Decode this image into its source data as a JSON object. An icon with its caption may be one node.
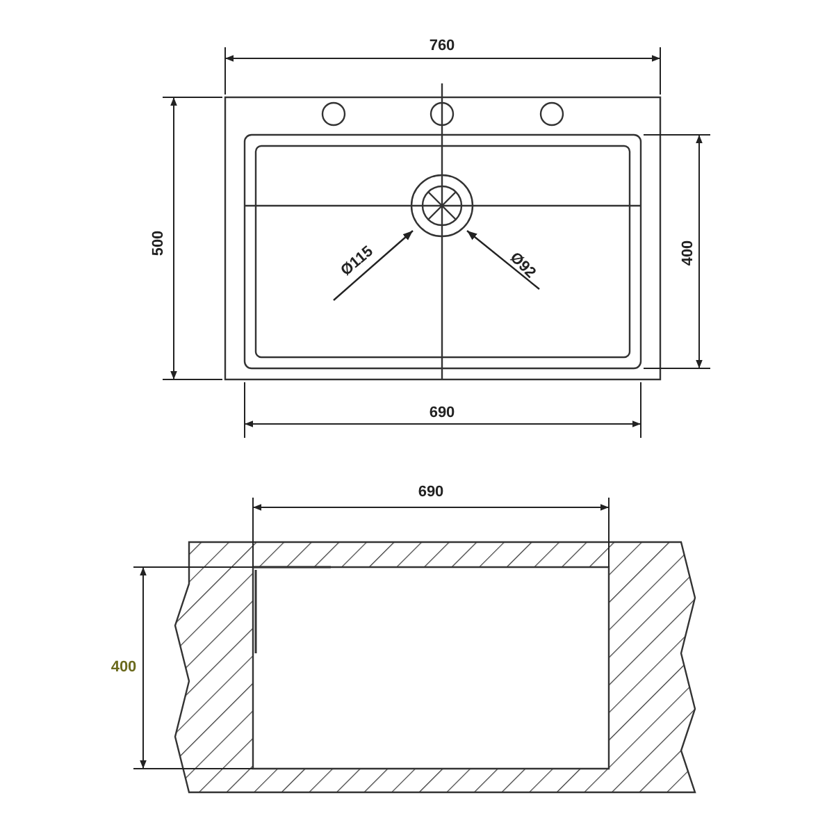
{
  "diagram": {
    "labels": [
      "760",
      "500",
      "400",
      "Ø115",
      "Ø92",
      "690",
      "690",
      "400"
    ]
  }
}
